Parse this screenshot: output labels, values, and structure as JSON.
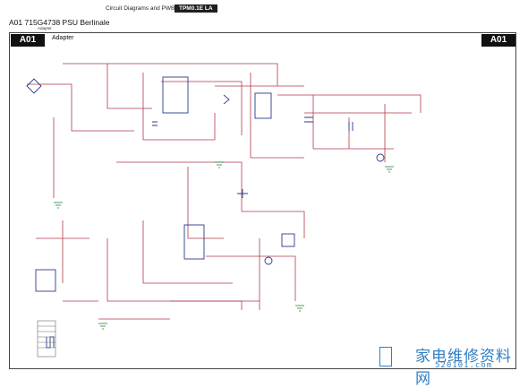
{
  "header": {
    "doc_title": "Circuit Diagrams and PWB Layouts",
    "model_badge": "TPM0.1E LA"
  },
  "page": {
    "title": "A01 715G4738 PSU Berlinale",
    "subtitle": "Adapter"
  },
  "block": {
    "tag": "A01",
    "label": "Adapter"
  },
  "watermark": {
    "text_cn": "家电维修资料网",
    "url": "520101.com"
  },
  "colors": {
    "wire": "#b23a4a",
    "component": "#2b3a8c",
    "ground": "#1b7a2a",
    "frame": "#444444",
    "watermark": "#2f7fc4"
  }
}
